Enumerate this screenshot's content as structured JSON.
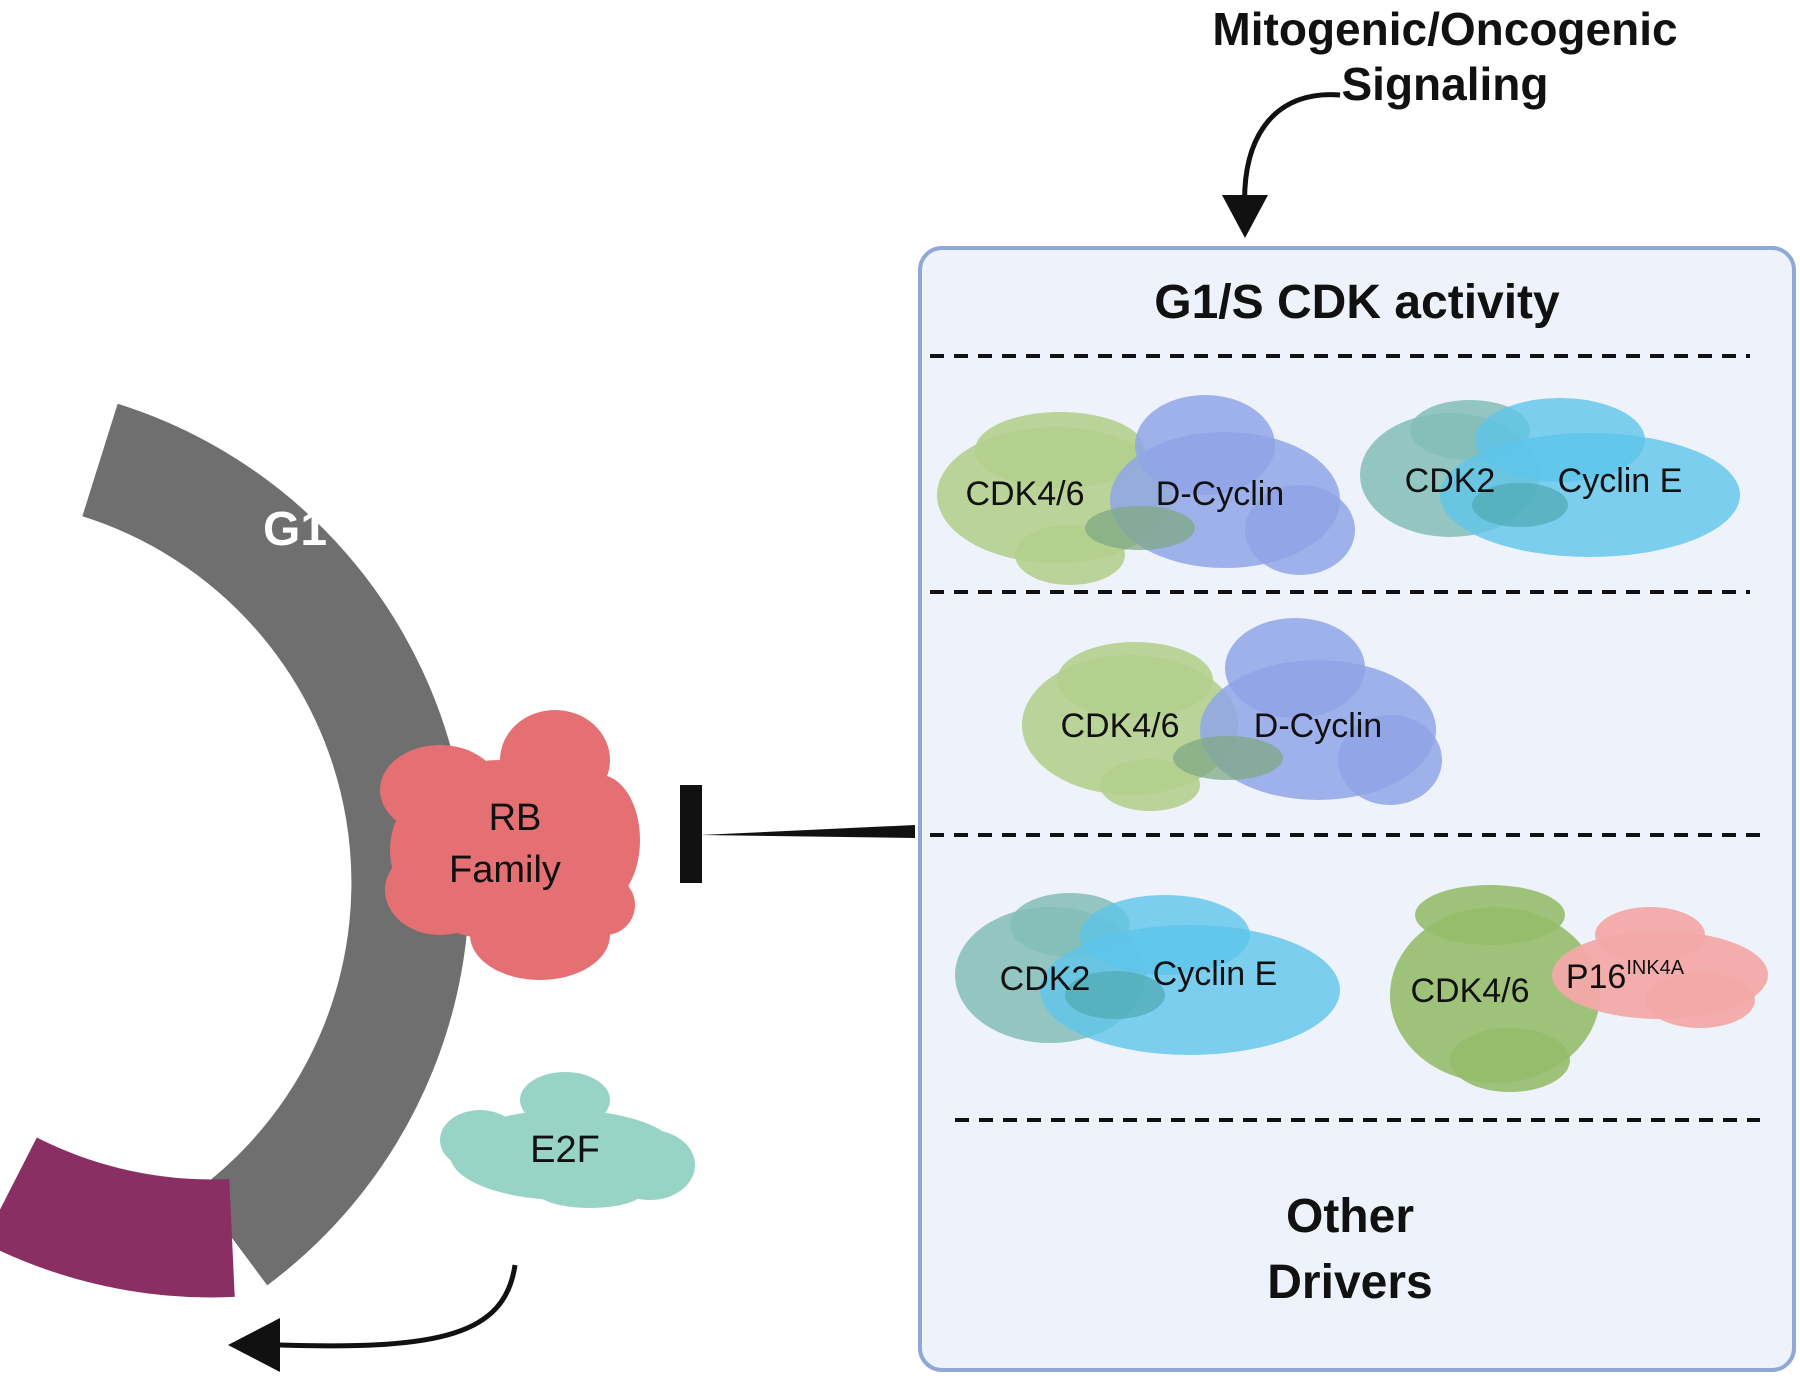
{
  "header": {
    "line1": "Mitogenic/Oncogenic",
    "line2": "Signaling"
  },
  "cycle": {
    "phase_label": "G1",
    "ring_color": "#6f6f6f",
    "segment_color": "#8a2f63"
  },
  "rb": {
    "line1": "RB",
    "line2": "Family",
    "color": "#e57073"
  },
  "e2f": {
    "label": "E2F",
    "color": "#98d4c6"
  },
  "panel": {
    "title": "G1/S CDK activity",
    "background": "#eef3fb",
    "border": "#8fa8d6",
    "row1": {
      "complex_a": {
        "left": "CDK4/6",
        "right": "D-Cyclin"
      },
      "complex_b": {
        "left": "CDK2",
        "right": "Cyclin E"
      }
    },
    "row2": {
      "complex_a": {
        "left": "CDK4/6",
        "right": "D-Cyclin"
      }
    },
    "row3": {
      "complex_a": {
        "left": "CDK2",
        "right": "Cyclin E"
      },
      "complex_b": {
        "left": "CDK4/6",
        "right": "P16",
        "right_sup": "INK4A"
      }
    },
    "footer_line1": "Other",
    "footer_line2": "Drivers"
  },
  "colors": {
    "cdk46": "#b4cf8e",
    "cdk46_dark": "#95bd6a",
    "dcyclin": "#8fa5e6",
    "cdk2": "#84bdb6",
    "cycline": "#5ec4ea",
    "p16": "#f3a9a9",
    "overlap_green": "#7fa886",
    "overlap_teal": "#4fa9b0"
  }
}
